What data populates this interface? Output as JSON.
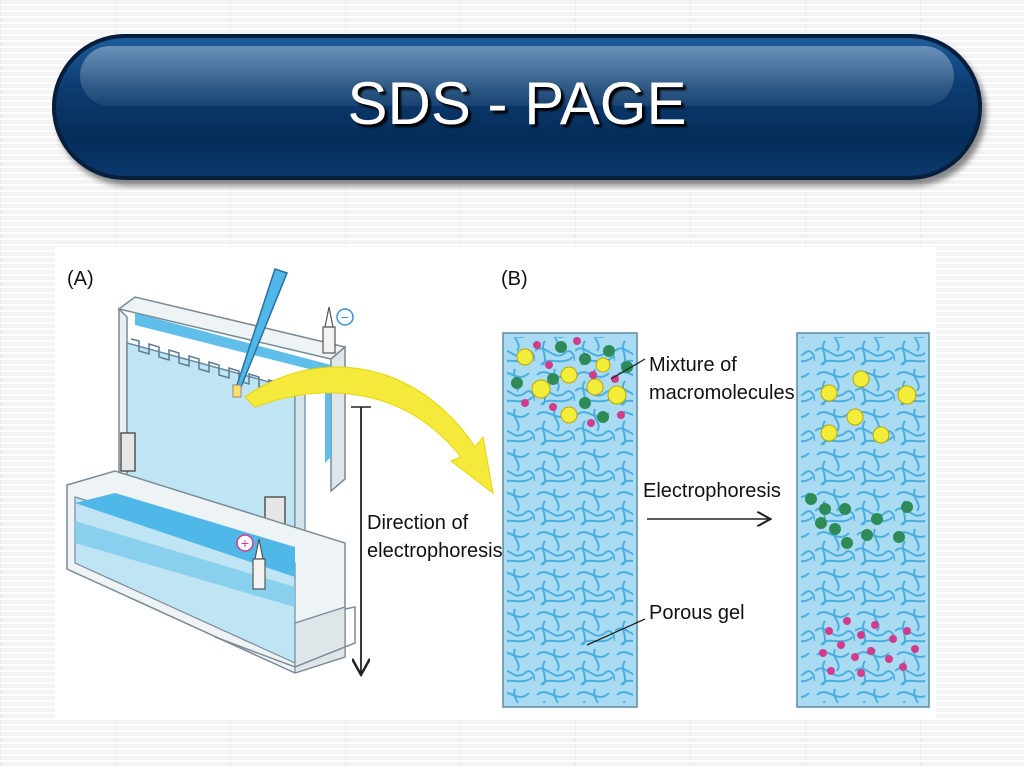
{
  "slide": {
    "title": "SDS - PAGE"
  },
  "figure": {
    "panel_a_label": "(A)",
    "panel_b_label": "(B)",
    "direction_label_line1": "Direction of",
    "direction_label_line2": "electrophoresis",
    "mixture_label_line1": "Mixture of",
    "mixture_label_line2": "macromolecules",
    "electrophoresis_label": "Electrophoresis",
    "porous_gel_label": "Porous gel",
    "minus_electrode": "−",
    "plus_electrode": "+"
  },
  "colors": {
    "banner": "#0c3d72",
    "gel_blue": "#a9dcf2",
    "buffer_blue": "#4fb8e8",
    "arrow_yellow": "#f5ea3c",
    "molecule_yellow": "#f2ec3a",
    "molecule_green": "#2e8b57",
    "molecule_pink": "#d23c8c",
    "electrode_pink": "#d23c8c",
    "electrode_blue": "#3a8fd0"
  }
}
